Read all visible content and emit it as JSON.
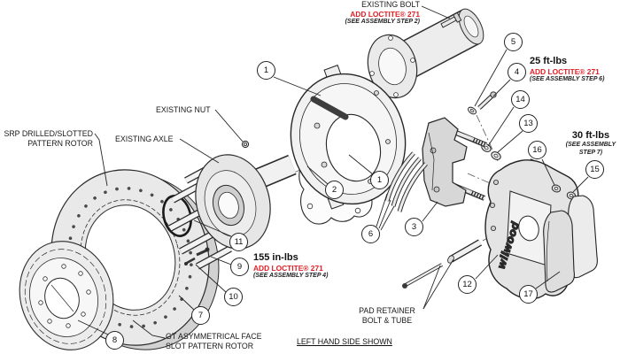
{
  "diagram": {
    "footer_note": "LEFT HAND SIDE SHOWN",
    "caliper_logo": "wilwood"
  },
  "colors": {
    "line": "#231f20",
    "red": "#e21d24",
    "fill_light": "#ececec",
    "fill_mid": "#d7d7d7"
  },
  "labels": {
    "existing_bolt": {
      "title": "EXISTING BOLT",
      "loctite": "ADD LOCTITE® 271",
      "note": "(SEE ASSEMBLY STEP 2)"
    },
    "existing_nut": {
      "title": "EXISTING NUT"
    },
    "existing_axle": {
      "title": "EXISTING AXLE"
    },
    "srp_rotor": {
      "line1": "SRP DRILLED/SLOTTED",
      "line2": "PATTERN ROTOR"
    },
    "gt_rotor": {
      "line1": "GT ASYMMETRICAL FACE",
      "line2": "SLOT PATTERN ROTOR"
    },
    "torque_25": {
      "torque": "25 ft-lbs",
      "loctite": "ADD LOCTITE® 271",
      "note": "(SEE ASSEMBLY STEP 6)"
    },
    "torque_30": {
      "torque": "30 ft-lbs",
      "note_line1": "(SEE ASSEMBLY",
      "note_line2": "STEP 7)"
    },
    "torque_155": {
      "torque": "155 in-lbs",
      "loctite": "ADD LOCTITE® 271",
      "note": "(SEE ASSEMBLY STEP 4)"
    },
    "pad_retainer": {
      "line1": "PAD RETAINER",
      "line2": "BOLT & TUBE"
    }
  },
  "balloons": [
    {
      "n": "1"
    },
    {
      "n": "1"
    },
    {
      "n": "2"
    },
    {
      "n": "3"
    },
    {
      "n": "4"
    },
    {
      "n": "5"
    },
    {
      "n": "6"
    },
    {
      "n": "7"
    },
    {
      "n": "8"
    },
    {
      "n": "9"
    },
    {
      "n": "10"
    },
    {
      "n": "11"
    },
    {
      "n": "12"
    },
    {
      "n": "13"
    },
    {
      "n": "14"
    },
    {
      "n": "15"
    },
    {
      "n": "16"
    },
    {
      "n": "17"
    }
  ]
}
